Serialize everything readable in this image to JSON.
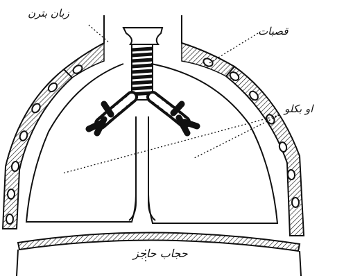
{
  "labels": {
    "tongue_label": "زبان بترن",
    "ribs_label": "قصبات",
    "lungs_label": "او بکلو",
    "diaphragm_label": "حجاب حاجز"
  },
  "colors": {
    "ink": "#111111",
    "background": "#ffffff"
  }
}
